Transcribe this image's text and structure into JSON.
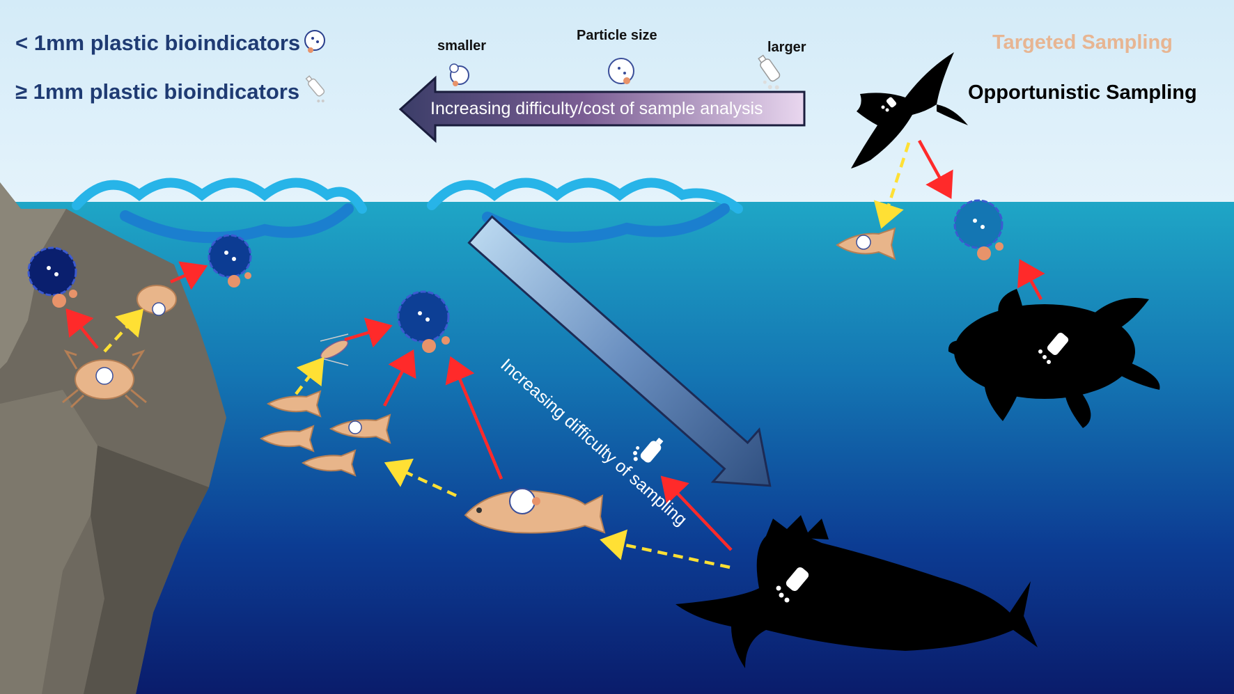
{
  "legend": {
    "small_label": "< 1mm plastic bioindicators",
    "large_label": "≥ 1mm plastic bioindicators",
    "small_icon": "gut-microplastic-icon",
    "large_icon": "plastic-bottle-fragments-icon"
  },
  "particle_size": {
    "title": "Particle size",
    "smaller": "smaller",
    "larger": "larger"
  },
  "analysis_arrow": {
    "label": "Increasing difficulty/cost of sample analysis"
  },
  "sampling_arrow": {
    "label": "Increasing difficulty of sampling"
  },
  "sampling_types": {
    "targeted": "Targeted Sampling",
    "opportunistic": "Opportunistic Sampling"
  },
  "colors": {
    "sky": "#d9eef9",
    "ocean_surface": "#1ea3c4",
    "ocean_deep": "#0a1f6e",
    "rock": "#6f6a60",
    "targeted_arrow": "#ff2a2a",
    "opportunistic_arrow": "#ffe034",
    "organism_fill": "#e8b58a",
    "targeted_text": "#e7b592",
    "legend_text": "#1f3b73"
  },
  "organisms": [
    "seabird",
    "sea-turtle",
    "marlin",
    "cod",
    "small-fish",
    "zooplankton",
    "crab",
    "mussel"
  ]
}
